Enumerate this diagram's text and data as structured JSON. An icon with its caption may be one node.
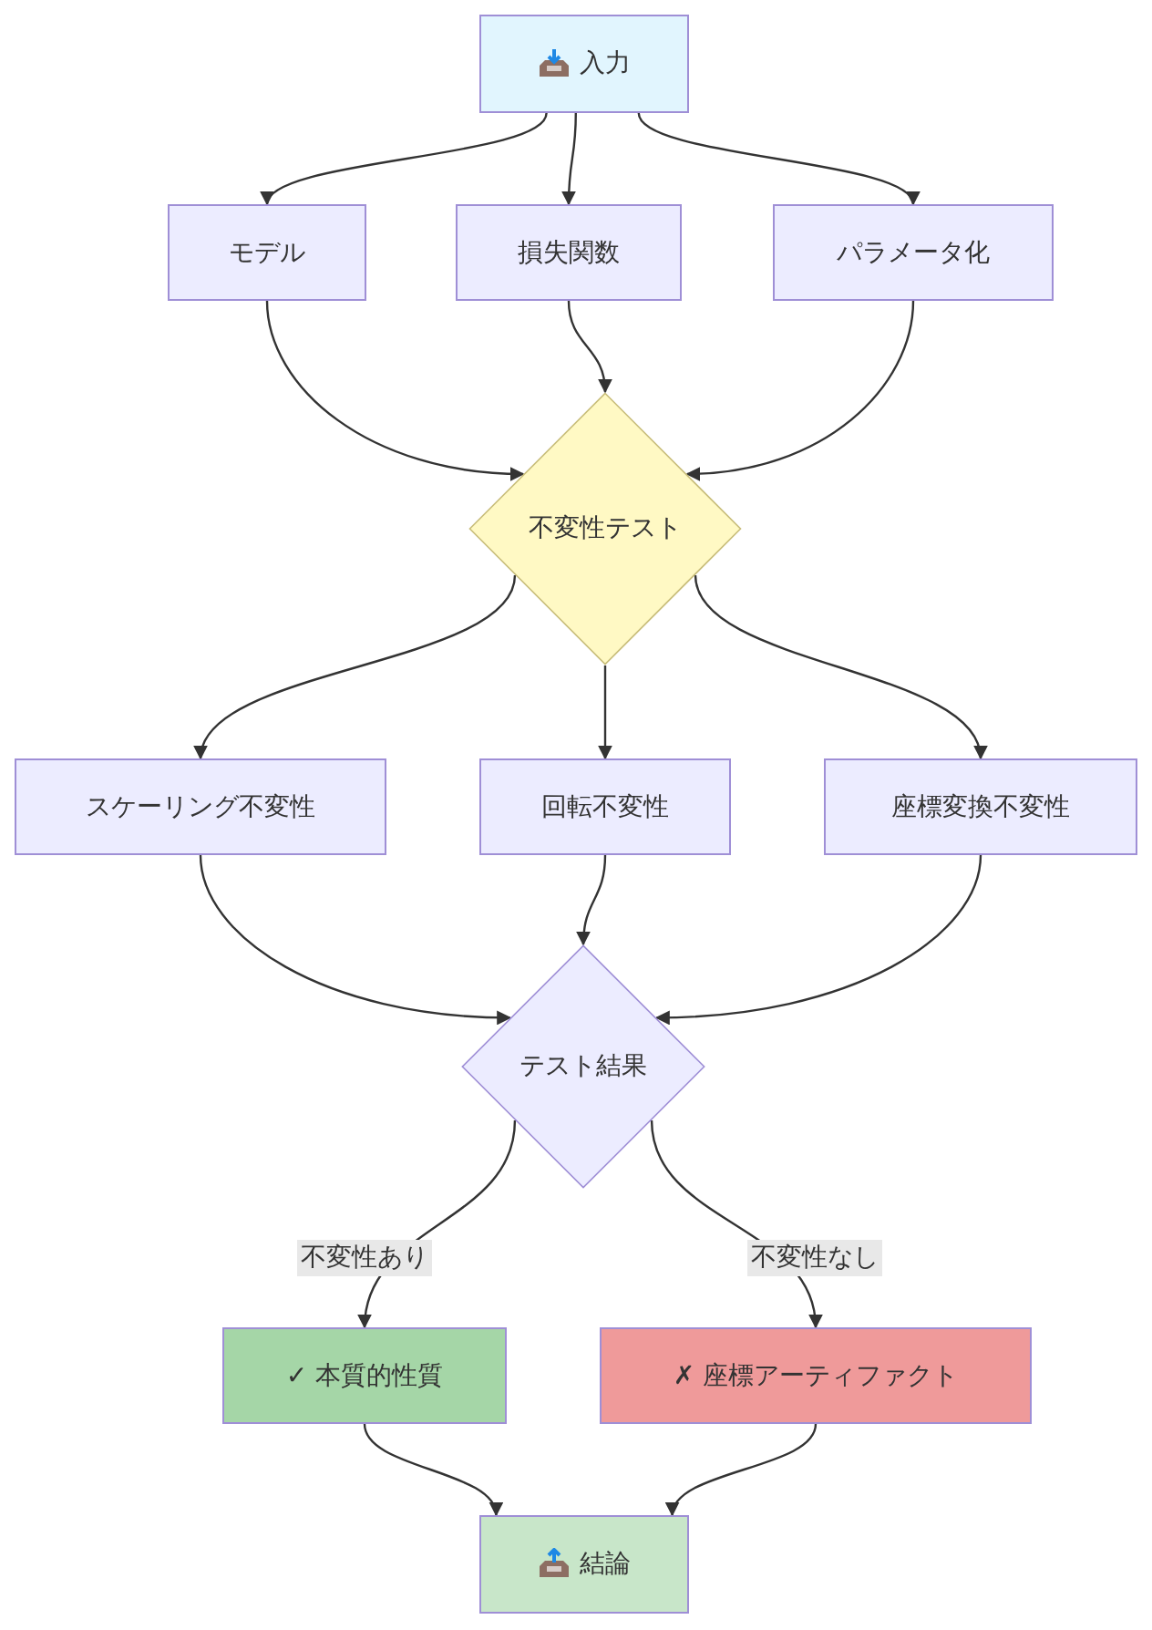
{
  "diagram": {
    "nodes": [
      {
        "text": [
          "入力"
        ]
      },
      {
        "text": [
          "モデル"
        ]
      },
      {
        "text": [
          "損失関数"
        ]
      },
      {
        "text": [
          "パラメータ化"
        ]
      },
      {
        "text": [
          "不変性テスト"
        ]
      },
      {
        "text": [
          "スケーリング不変性"
        ]
      },
      {
        "text": [
          "回転不変性"
        ]
      },
      {
        "text": [
          "座標変換不変性"
        ]
      },
      {
        "text": [
          "テスト結果"
        ]
      },
      {
        "text": [
          "✓ 本質的性質"
        ]
      },
      {
        "text": [
          "✗ 座標アーティファクト"
        ]
      },
      {
        "text": [
          "結論"
        ]
      }
    ],
    "edges": [
      {
        "from": 0,
        "to": 1,
        "arrow": "to"
      },
      {
        "from": 0,
        "to": 2,
        "arrow": "to"
      },
      {
        "from": 0,
        "to": 3,
        "arrow": "to"
      },
      {
        "from": 1,
        "to": 4,
        "arrow": "to"
      },
      {
        "from": 2,
        "to": 4,
        "arrow": "to"
      },
      {
        "from": 3,
        "to": 4,
        "arrow": "to"
      },
      {
        "from": 4,
        "to": 5,
        "arrow": "to"
      },
      {
        "from": 4,
        "to": 6,
        "arrow": "to"
      },
      {
        "from": 4,
        "to": 7,
        "arrow": "to"
      },
      {
        "from": 5,
        "to": 8,
        "arrow": "to"
      },
      {
        "from": 6,
        "to": 8,
        "arrow": "to"
      },
      {
        "from": 7,
        "to": 8,
        "arrow": "to"
      },
      {
        "from": 8,
        "to": 9,
        "arrow": "to",
        "label": "不変性あり"
      },
      {
        "from": 8,
        "to": 10,
        "arrow": "to",
        "label": "不変性なし"
      },
      {
        "from": 9,
        "to": 11,
        "arrow": "to"
      },
      {
        "from": 10,
        "to": 11,
        "arrow": "to"
      }
    ]
  }
}
